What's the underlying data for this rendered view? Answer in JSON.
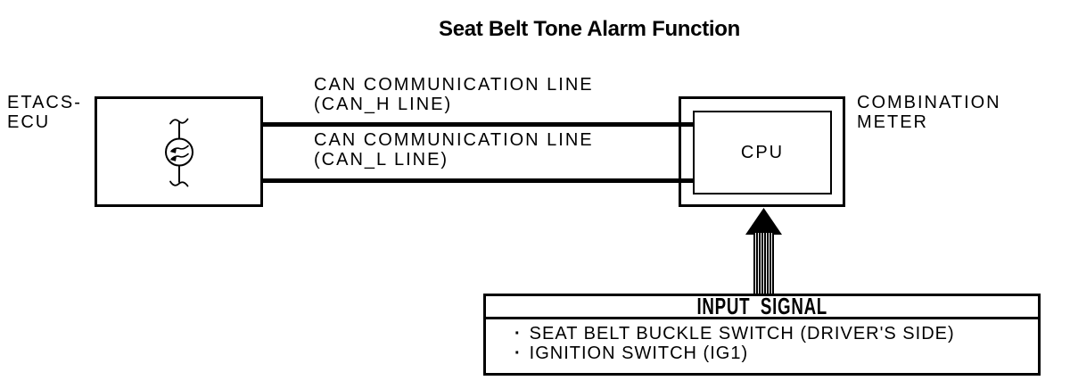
{
  "title": "Seat Belt Tone Alarm Function",
  "nodes": {
    "etacs": {
      "line1": "ETACS-",
      "line2": "ECU"
    },
    "combination_meter": {
      "line1": "COMBINATION",
      "line2": "METER",
      "cpu": "CPU"
    }
  },
  "can_lines": [
    {
      "name": "CAN COMMUNICATION LINE",
      "sub": "(CAN_H LINE)"
    },
    {
      "name": "CAN COMMUNICATION LINE",
      "sub": "(CAN_L LINE)"
    }
  ],
  "input_signal": {
    "header": "INPUT SIGNAL",
    "bullet": "·",
    "items": [
      "SEAT BELT BUCKLE SWITCH (DRIVER'S SIDE)",
      "IGNITION SWITCH (IG1)"
    ]
  },
  "colors": {
    "ink": "#000000",
    "paper": "#ffffff"
  }
}
